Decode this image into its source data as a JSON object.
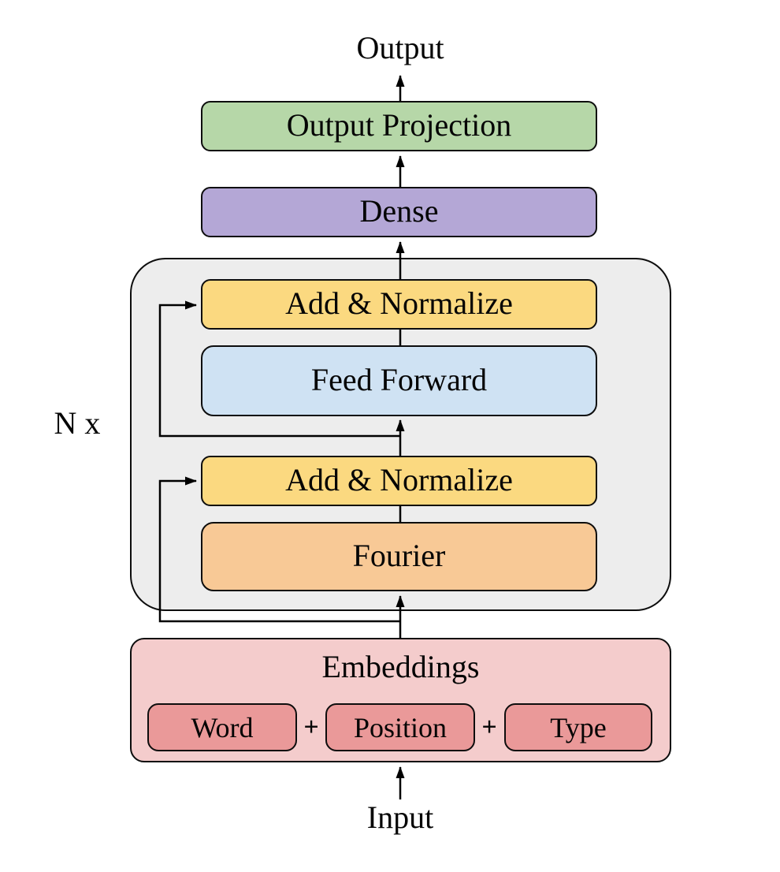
{
  "diagram": {
    "top_label": "Output",
    "bottom_label": "Input",
    "repeat_label": "N x",
    "plus": "+",
    "blocks": {
      "output_projection": {
        "label": "Output Projection",
        "color": "#b6d7a8"
      },
      "dense": {
        "label": "Dense",
        "color": "#b4a7d6"
      },
      "add_normalize_top": {
        "label": "Add & Normalize",
        "color": "#fbd980"
      },
      "feed_forward": {
        "label": "Feed Forward",
        "color": "#cfe2f3"
      },
      "add_normalize_bottom": {
        "label": "Add & Normalize",
        "color": "#fbd980"
      },
      "fourier": {
        "label": "Fourier",
        "color": "#f8c996"
      },
      "embeddings": {
        "label": "Embeddings",
        "color": "#f4cccc"
      },
      "word": {
        "label": "Word",
        "color": "#ea9999"
      },
      "position": {
        "label": "Position",
        "color": "#ea9999"
      },
      "type": {
        "label": "Type",
        "color": "#ea9999"
      }
    },
    "encoder_block_background": "#ededed",
    "line_color": "#000000"
  }
}
